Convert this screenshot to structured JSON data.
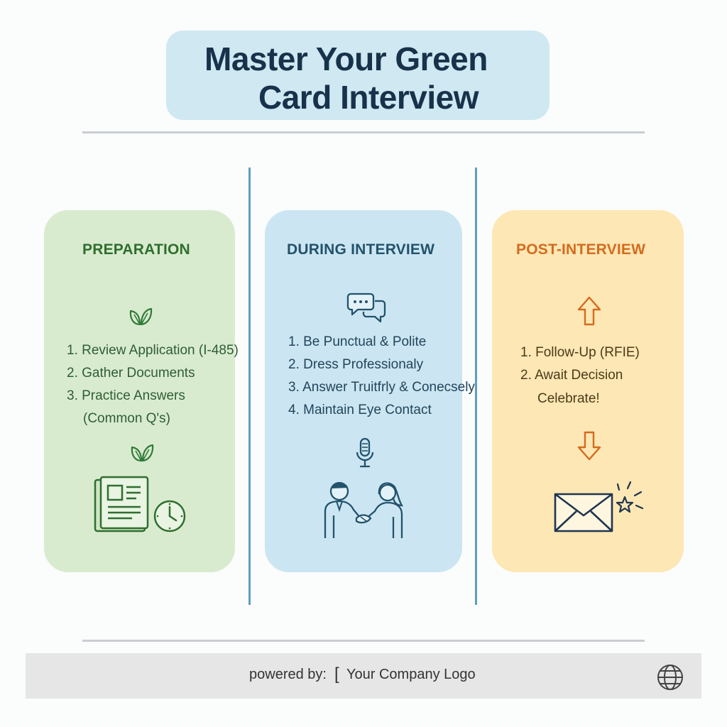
{
  "title": {
    "line1": "Master Your Green",
    "line2": "Card Interview"
  },
  "columns": {
    "preparation": {
      "heading": "PREPARATION",
      "items": [
        "1. Review Application (I-485)",
        "2. Gather Documents",
        "3. Practice Answers",
        "(Common Q's)"
      ],
      "icons": [
        "leaf-icon",
        "leaf-icon",
        "document-icon",
        "clock-icon"
      ]
    },
    "during": {
      "heading": "DURING INTERVIEW",
      "items": [
        "1. Be Punctual & Polite",
        "2. Dress Professionaly",
        "3. Answer Truitfrly & Conecsely",
        "4. Maintain Eye Contact"
      ],
      "icons": [
        "chat-bubbles-icon",
        "microphone-icon",
        "handshake-icon"
      ]
    },
    "post": {
      "heading": "POST-INTERVIEW",
      "items": [
        "1. Follow-Up (RFIE)",
        "2. Await Decision",
        "Celebrate!"
      ],
      "icons": [
        "arrow-up-icon",
        "arrow-down-icon",
        "envelope-star-icon"
      ]
    }
  },
  "footer": {
    "powered_by": "powered by:",
    "bracket": "[",
    "logo_text": "Your Company Logo",
    "icon": "globe-icon"
  },
  "colors": {
    "title_bg": "#cfe8f1",
    "title_text": "#17324a",
    "prep_bg": "#d9ebcf",
    "prep_accent": "#2f6e2f",
    "during_bg": "#cbe6f2",
    "during_accent": "#23526c",
    "post_bg": "#fde7b4",
    "post_accent": "#d46b1f",
    "divider": "#5e9fbd"
  }
}
